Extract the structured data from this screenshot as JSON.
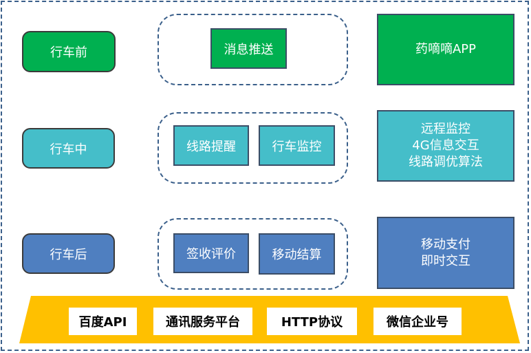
{
  "stages": {
    "before": "行车前",
    "during": "行车中",
    "after": "行车后"
  },
  "features": {
    "before": [
      "消息推送"
    ],
    "during": [
      "线路提醒",
      "行车监控"
    ],
    "after": [
      "签收评价",
      "移动结算"
    ]
  },
  "outcomes": {
    "before": [
      "药嘀嘀APP"
    ],
    "during": [
      "远程监控",
      "4G信息交互",
      "线路调优算法"
    ],
    "after": [
      "移动支付",
      "即时交互"
    ]
  },
  "platform": {
    "items": [
      "百度API",
      "通讯服务平台",
      "HTTP协议",
      "微信企业号"
    ]
  },
  "colors": {
    "green": "#00b050",
    "teal": "#45bec9",
    "blue": "#4f7fc0",
    "platform": "#ffc000",
    "dashed_border": "#3a5f8a"
  }
}
